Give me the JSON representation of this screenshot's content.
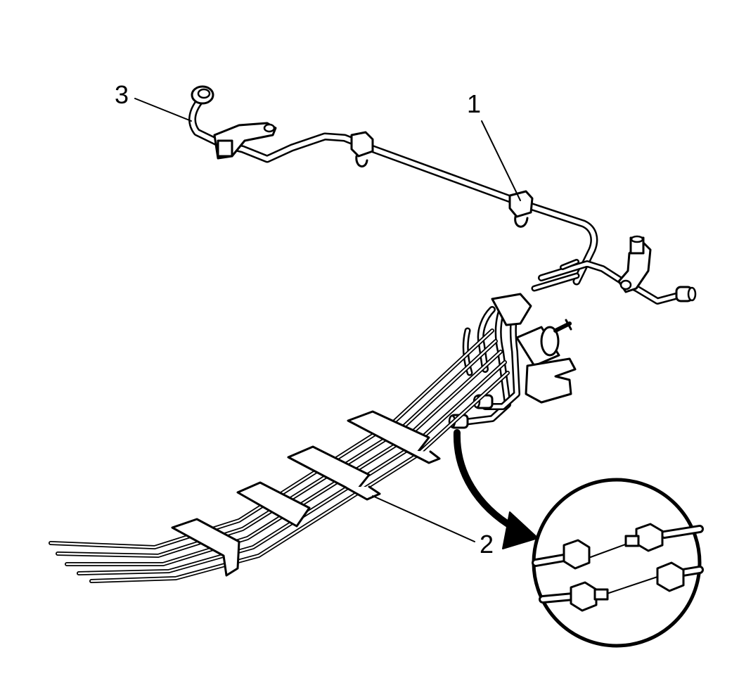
{
  "callouts": {
    "one": "1",
    "two": "2",
    "three": "3"
  },
  "colors": {
    "line": "#000000",
    "background": "#ffffff"
  },
  "icons": {
    "clip": "pipe-clip-icon",
    "fitting": "pipe-fitting-icon",
    "detail": "magnified-detail-circle",
    "arrow": "curved-arrow-icon"
  }
}
